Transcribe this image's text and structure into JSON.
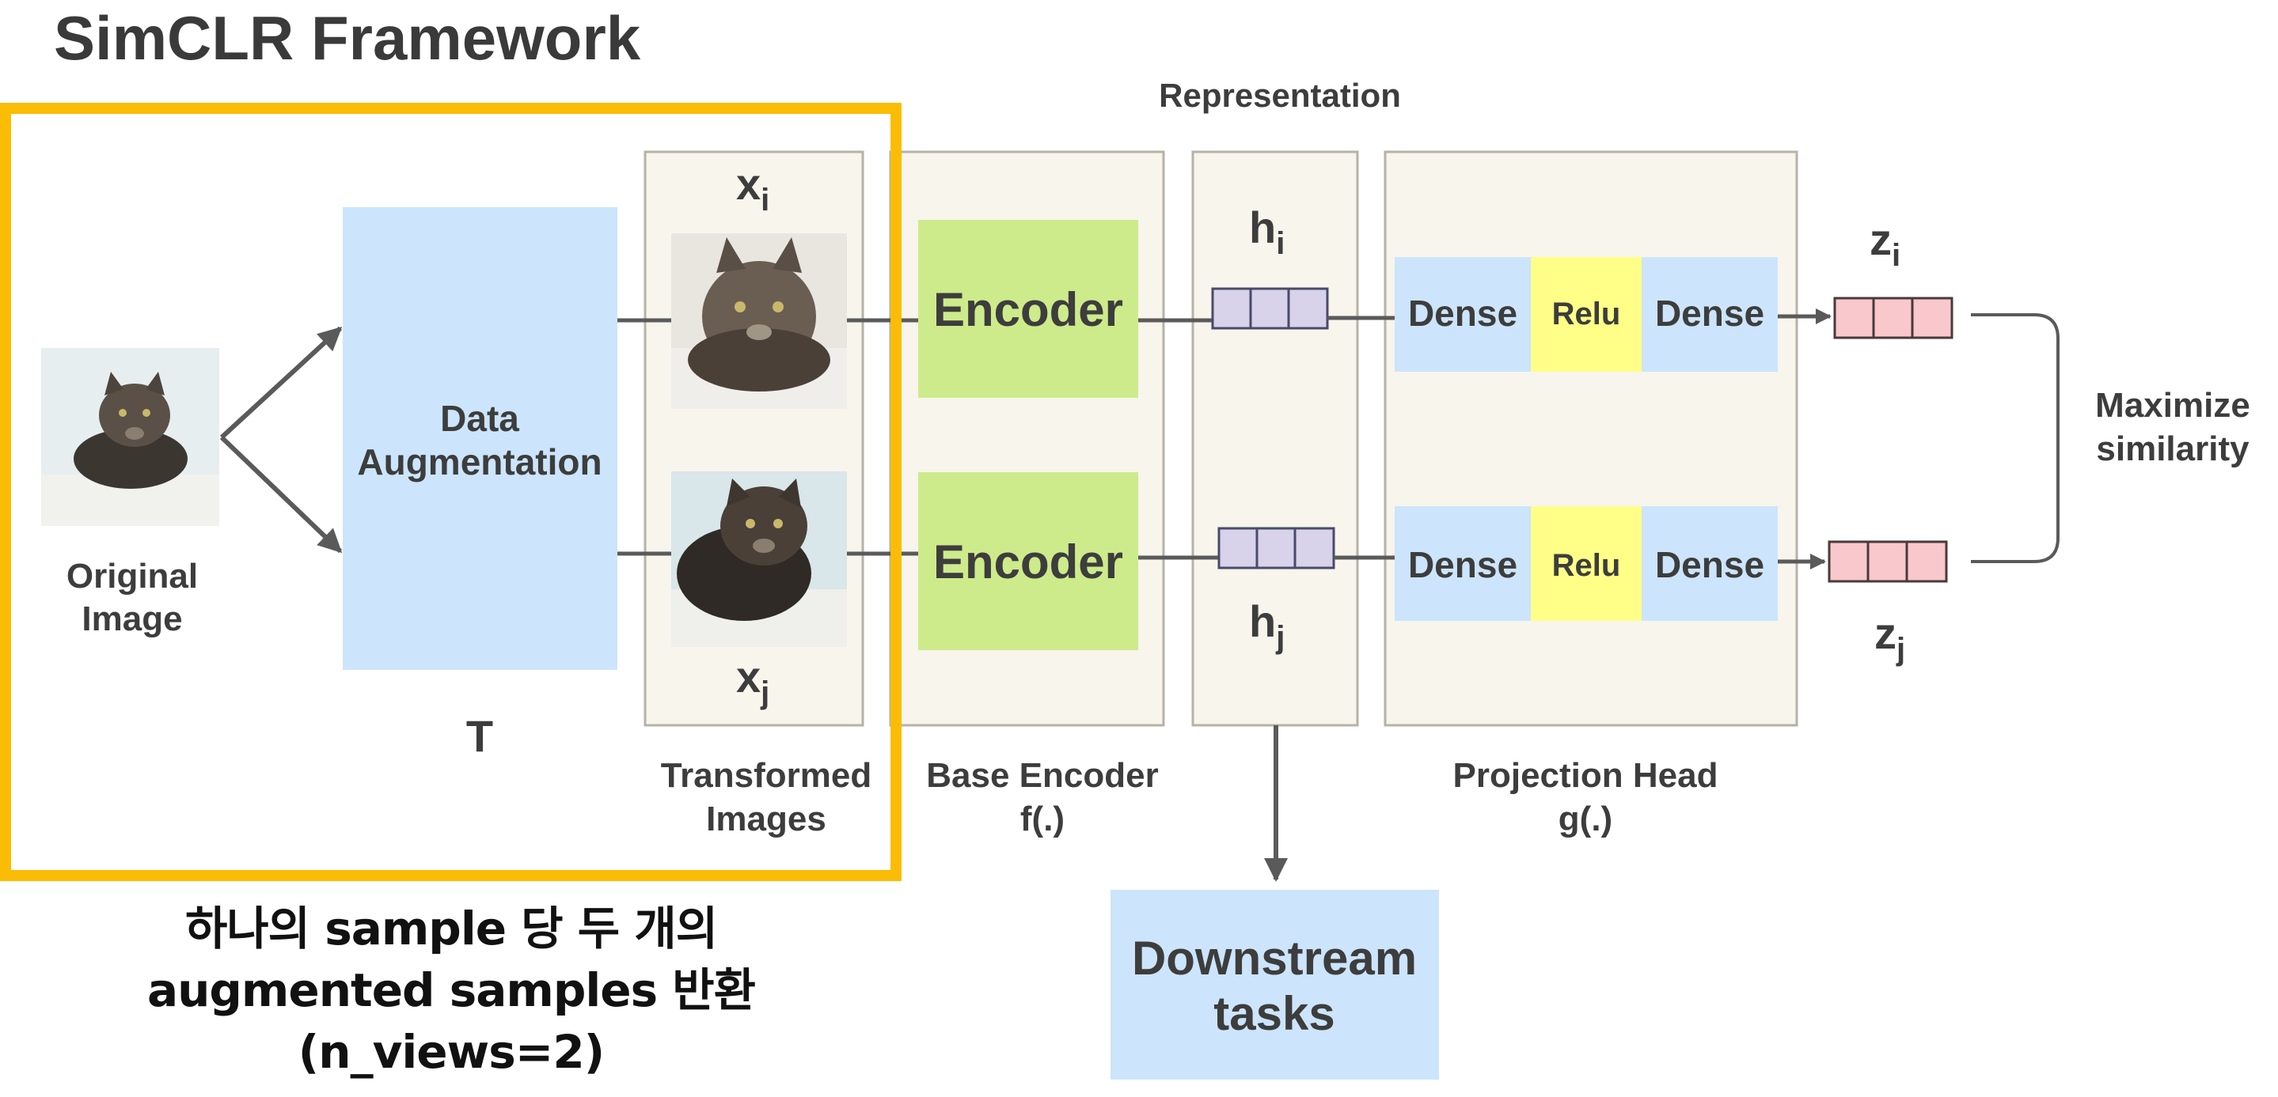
{
  "title": "SimCLR Framework",
  "top_label": "Representation",
  "original_image": {
    "line1": "Original",
    "line2": "Image",
    "photo": "cat-photo"
  },
  "augmentation": {
    "line1": "Data",
    "line2": "Augmentation",
    "symbol": "T"
  },
  "transformed": {
    "xi_base": "x",
    "xi_sub": "i",
    "xj_base": "x",
    "xj_sub": "j",
    "line1": "Transformed",
    "line2": "Images"
  },
  "encoder": {
    "block_label": "Encoder",
    "line1": "Base Encoder",
    "line2": "f(.)"
  },
  "representation": {
    "hi_base": "h",
    "hi_sub": "i",
    "hj_base": "h",
    "hj_sub": "j"
  },
  "projection": {
    "dense_label": "Dense",
    "relu_label": "Relu",
    "line1": "Projection Head",
    "line2": "g(.)"
  },
  "outputs": {
    "zi_base": "z",
    "zi_sub": "i",
    "zj_base": "z",
    "zj_sub": "j"
  },
  "objective": {
    "line1": "Maximize",
    "line2": "similarity"
  },
  "downstream": {
    "line1": "Downstream",
    "line2": "tasks"
  },
  "caption": {
    "line1": "하나의 sample 당 두 개의",
    "line2": "augmented samples 반환",
    "line3": "(n_views=2)"
  },
  "colors": {
    "title": "#3a3a3a",
    "text": "#3d3d3d",
    "highlight_box": "#fbbc05",
    "augmentation_fill": "#cce5fc",
    "encoder_fill": "#cdeb8b",
    "dense_fill": "#cce5fc",
    "relu_fill": "#ffff88",
    "panel_fill": "#f7f5ec",
    "panel_border": "#b5b3a6",
    "vector_fill": "#d8d2ea",
    "z_vector_fill": "#f8c8cc",
    "arrow": "#5a5a5a"
  }
}
